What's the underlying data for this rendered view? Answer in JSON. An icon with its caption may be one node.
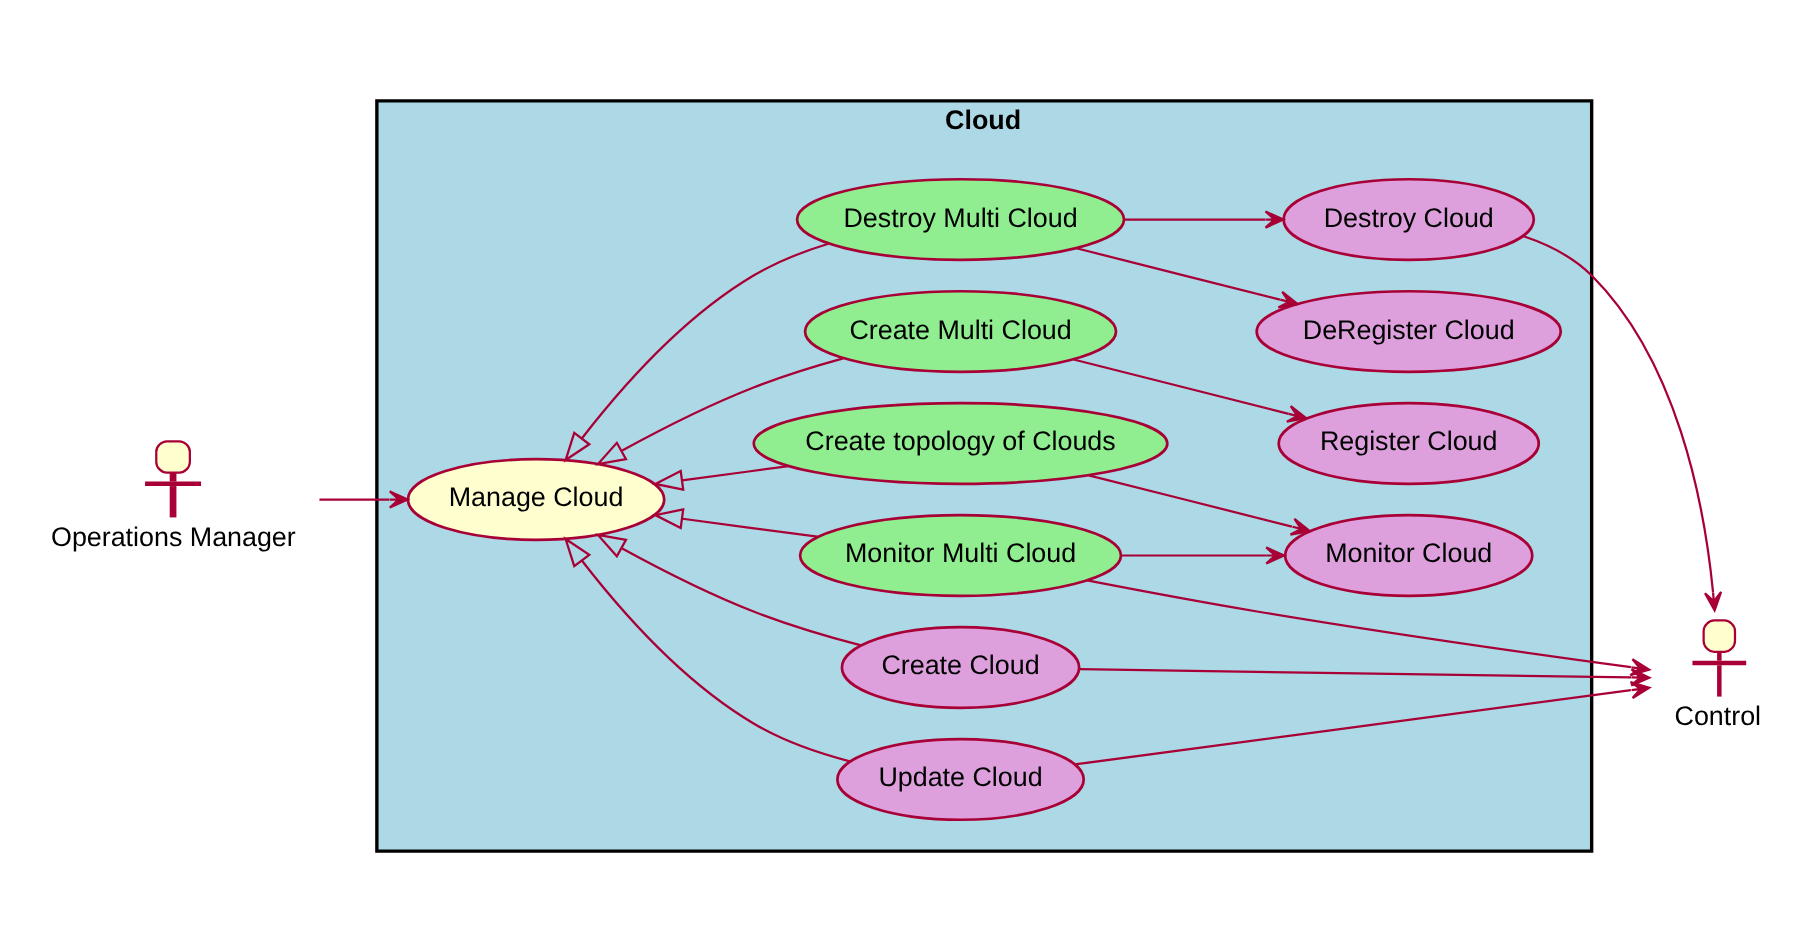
{
  "diagram": {
    "nodes": [
      {
        "text": [
          "Operations Manager"
        ]
      },
      {
        "text": [
          "Cloud"
        ]
      },
      {
        "text": [
          "Manage Cloud"
        ],
        "in": 1
      },
      {
        "text": [
          "Create Multi Cloud"
        ],
        "in": 1
      },
      {
        "text": [
          "Destroy Multi Cloud"
        ],
        "in": 1
      },
      {
        "text": [
          "Create topology of Clouds"
        ],
        "in": 1
      },
      {
        "text": [
          "Monitor Multi Cloud"
        ],
        "in": 1
      },
      {
        "text": [
          "Create Cloud"
        ],
        "in": 1
      },
      {
        "text": [
          "Update Cloud"
        ],
        "in": 1
      },
      {
        "text": [
          "Register Cloud"
        ],
        "in": 1
      },
      {
        "text": [
          "DeRegister Cloud"
        ],
        "in": 1
      },
      {
        "text": [
          "Destroy Cloud"
        ],
        "in": 1
      },
      {
        "text": [
          "Monitor Cloud"
        ],
        "in": 1
      },
      {
        "text": [
          "Control"
        ]
      }
    ],
    "edges": [
      {
        "from": 0,
        "to": 2,
        "arrow": "to"
      },
      {
        "from": 3,
        "to": 2,
        "arrow": "to"
      },
      {
        "from": 4,
        "to": 2,
        "arrow": "to"
      },
      {
        "from": 5,
        "to": 2,
        "arrow": "to"
      },
      {
        "from": 6,
        "to": 2,
        "arrow": "to"
      },
      {
        "from": 7,
        "to": 2,
        "arrow": "to"
      },
      {
        "from": 8,
        "to": 2,
        "arrow": "to"
      },
      {
        "from": 3,
        "to": 9,
        "arrow": "to"
      },
      {
        "from": 4,
        "to": 10,
        "arrow": "to"
      },
      {
        "from": 4,
        "to": 11,
        "arrow": "to"
      },
      {
        "from": 5,
        "to": 12,
        "arrow": "to"
      },
      {
        "from": 6,
        "to": 12,
        "arrow": "to"
      },
      {
        "from": 11,
        "to": 13,
        "arrow": "to"
      },
      {
        "from": 6,
        "to": 13,
        "arrow": "to"
      },
      {
        "from": 7,
        "to": 13,
        "arrow": "to"
      },
      {
        "from": 8,
        "to": 13,
        "arrow": "to"
      }
    ]
  }
}
